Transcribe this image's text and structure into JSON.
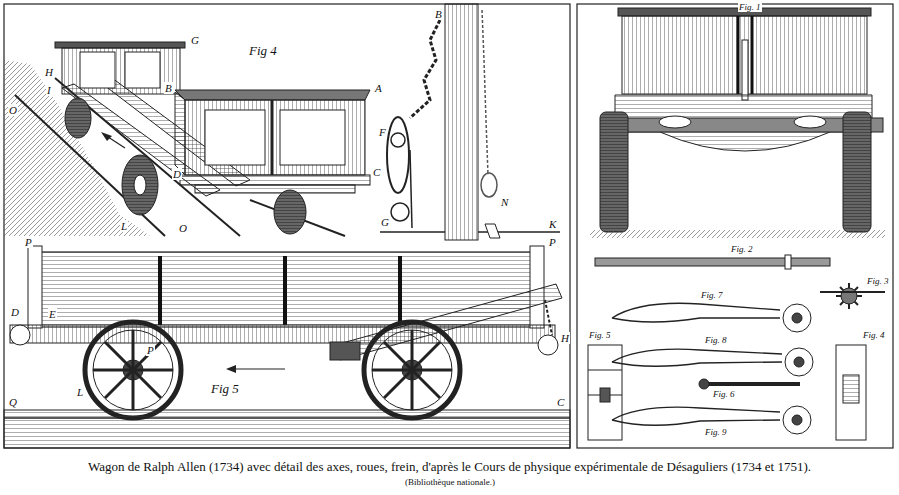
{
  "diagram": {
    "caption": "Wagon de Ralph Allen (1734) avec détail des axes, roues, frein, d'après le Cours de physique expérimentale de Désaguliers (1734 et 1751).",
    "labels": [
      "Fig 4",
      "Fig 5",
      "Fig. 1",
      "Fig. 2",
      "Fig. 3",
      "Fig. 4",
      "Fig. 5",
      "Fig. 6",
      "Fig. 7",
      "Fig. 8",
      "Fig. 9",
      "A",
      "B",
      "C",
      "D",
      "G",
      "H",
      "I",
      "L",
      "O",
      "O",
      "K",
      "B",
      "N",
      "F",
      "G",
      "P",
      "P",
      "D",
      "E",
      "L",
      "H",
      "P",
      "Q",
      "C",
      "(Bibliothèque nationale.)"
    ]
  }
}
